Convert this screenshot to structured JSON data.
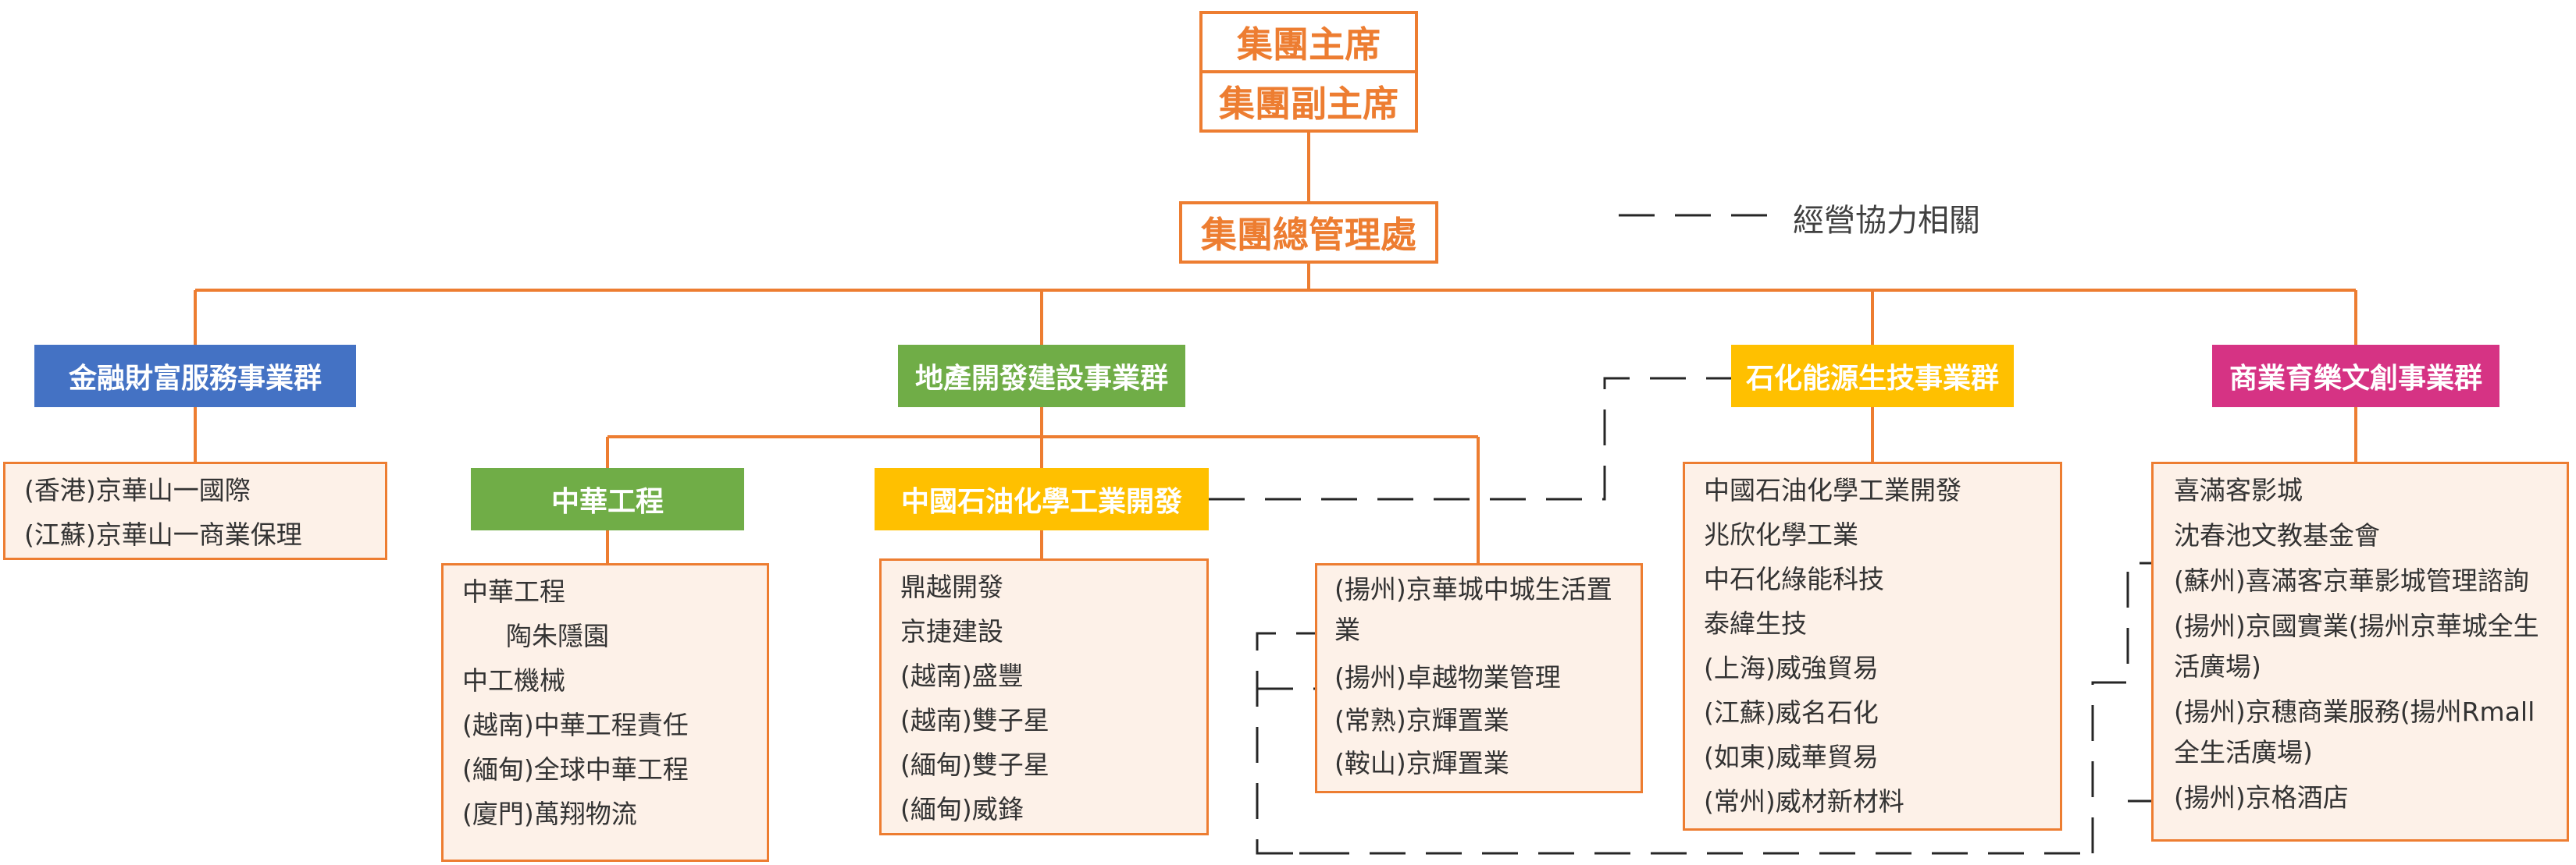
{
  "top": {
    "chairman": "集團主席",
    "vice_chairman": "集團副主席",
    "management": "集團總管理處"
  },
  "legend": {
    "label": "經營協力相關"
  },
  "groups": {
    "finance": {
      "label": "金融財富服務事業群",
      "color": "#4472C4",
      "items": [
        "(香港)京華山一國際",
        "(江蘇)京華山一商業保理"
      ]
    },
    "realestate": {
      "label": "地產開發建設事業群",
      "color": "#70AD47",
      "sub_zhonghua": {
        "label": "中華工程",
        "color": "#70AD47",
        "items": [
          "中華工程",
          "陶朱隱園",
          "中工機械",
          "(越南)中華工程責任",
          "(緬甸)全球中華工程",
          "(廈門)萬翔物流"
        ]
      },
      "sub_cpdc": {
        "label": "中國石油化學工業開發",
        "color": "#FFC000",
        "items": [
          "鼎越開發",
          "京捷建設",
          "(越南)盛豐",
          "(越南)雙子星",
          "(緬甸)雙子星",
          "(緬甸)威鋒"
        ]
      },
      "yangzhou_items": [
        "(揚州)京華城中城生活置業",
        "(揚州)卓越物業管理",
        "(常熟)京輝置業",
        "(鞍山)京輝置業"
      ]
    },
    "petro": {
      "label": "石化能源生技事業群",
      "color": "#FFC000",
      "items": [
        "中國石油化學工業開發",
        "兆欣化學工業",
        "中石化綠能科技",
        "泰緯生技",
        "(上海)威強貿易",
        "(江蘇)威名石化",
        "(如東)威華貿易",
        "(常州)威材新材料"
      ]
    },
    "commerce": {
      "label": "商業育樂文創事業群",
      "color": "#D63384",
      "items": [
        "喜滿客影城",
        "沈春池文教基金會",
        "(蘇州)喜滿客京華影城管理諮詢",
        "(揚州)京國實業(揚州京華城全生活廣場)",
        "(揚州)京穗商業服務(揚州Rmall全生活廣場)",
        "(揚州)京格酒店"
      ]
    }
  },
  "colors": {
    "connector": "#ED7D31",
    "dashed": "#262626",
    "box_fill": "#FDF1E8"
  }
}
